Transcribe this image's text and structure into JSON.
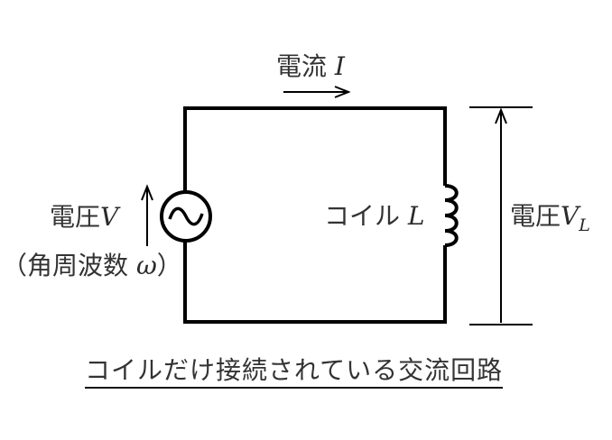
{
  "diagram": {
    "type": "circuit",
    "title": "コイルだけ接続されている交流回路",
    "current": {
      "label": "電流",
      "symbol": "I"
    },
    "source": {
      "label": "電圧",
      "symbol": "V",
      "paren_open": "（",
      "freq_label": "角周波数",
      "freq_symbol": "ω",
      "paren_close": "）",
      "icon": "ac-source-icon"
    },
    "coil": {
      "label": "コイル",
      "symbol": "L",
      "icon": "inductor-icon"
    },
    "coil_voltage": {
      "label": "電圧",
      "symbol": "V",
      "subscript": "L"
    },
    "colors": {
      "line": "#000000",
      "text": "#333333",
      "background": "#ffffff"
    }
  }
}
